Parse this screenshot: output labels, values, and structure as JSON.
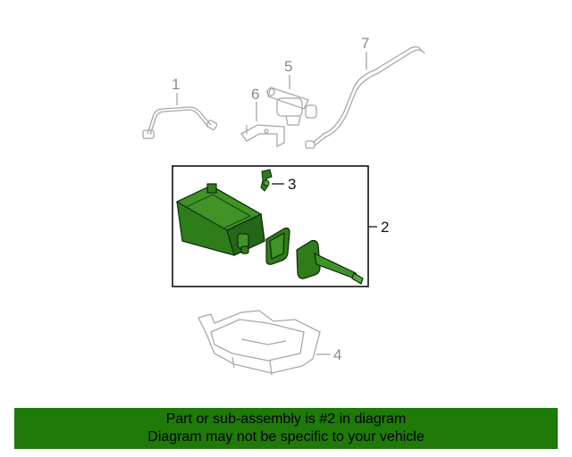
{
  "callouts": {
    "part1": "1",
    "part2": "2",
    "part3": "3",
    "part4": "4",
    "part5": "5",
    "part6": "6",
    "part7": "7"
  },
  "banner": {
    "line1": "Part or sub-assembly is #2 in diagram",
    "line2": "Diagram may not be specific to your vehicle"
  },
  "colors": {
    "highlight_part": "#2e7d1a",
    "banner_background": "#1f7a08",
    "ghost_part": "#a8a8a8"
  }
}
